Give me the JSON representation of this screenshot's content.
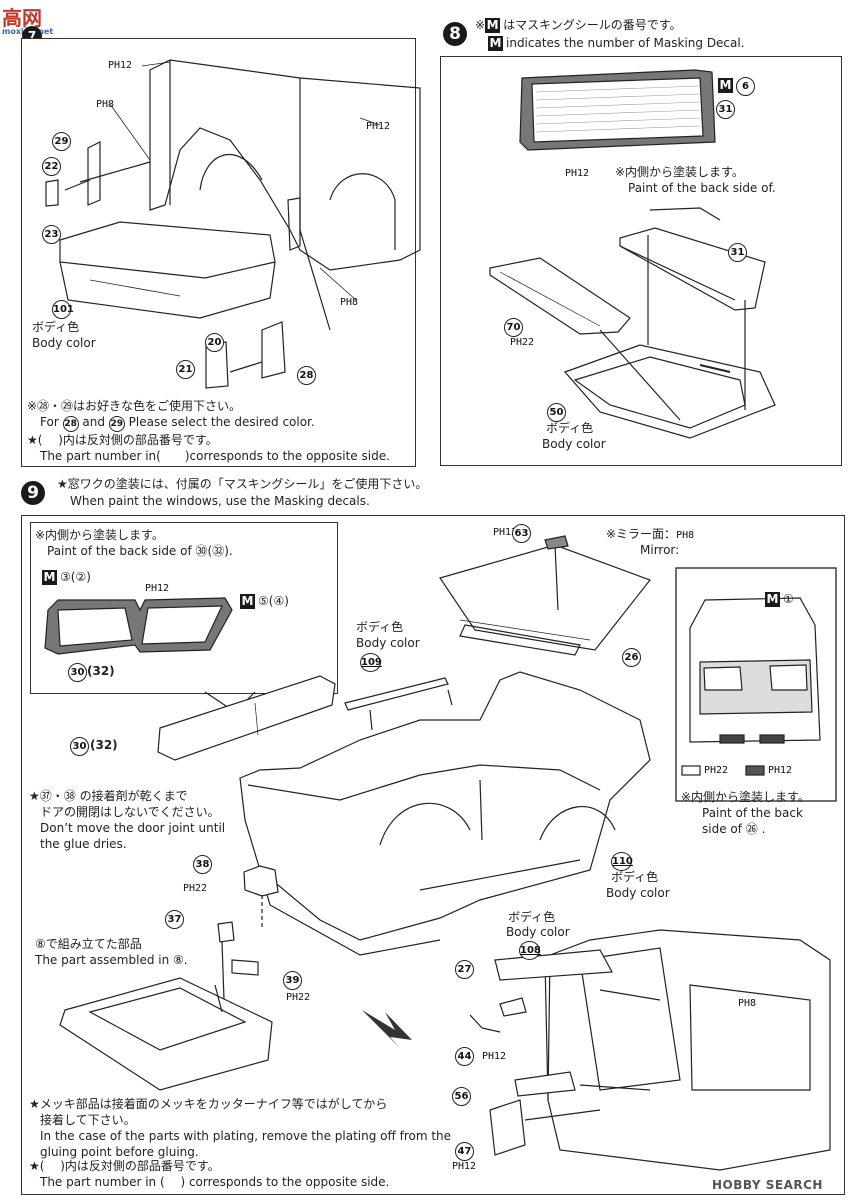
{
  "logo": {
    "mark": "高网",
    "sub": "moxing.net"
  },
  "step8": {
    "number": "8",
    "header_jp": "はマスキングシールの番号です。",
    "header_en": "indicates the number of Masking Decal.",
    "m_symbol": "M",
    "inner_jp": "※内側から塗装します。",
    "inner_en": "Paint of the back side of.",
    "body_jp": "ボディ色",
    "body_en": "Body color",
    "parts": {
      "m": "6",
      "p31a": "31",
      "p31b": "31",
      "p70": "70",
      "p50": "50"
    },
    "paint": {
      "ph12": "PH12",
      "ph22": "PH22"
    }
  },
  "step7": {
    "body_jp": "ボディ色",
    "body_en": "Body color",
    "note1_jp": "※㉘・㉙はお好きな色をご使用下さい。",
    "note1_en_pre": "For",
    "note1_en_and": "and",
    "note1_en_post": "Please select the desired color.",
    "note2_jp": "★(　 )内は反対側の部品番号です。",
    "note2_en": "The part number in(　　)corresponds  to the opposite side.",
    "parts": {
      "p29": "29",
      "p22": "22",
      "p23": "23",
      "p101": "101",
      "p20": "20",
      "p21": "21",
      "p28": "28",
      "n28": "28",
      "n29": "29"
    },
    "paint": {
      "ph12a": "PH12",
      "ph8a": "PH8",
      "ph12b": "PH12",
      "ph8b": "PH8"
    }
  },
  "step9": {
    "number": "9",
    "header_jp": "★窓ワクの塗装には、付属の「マスキングシール」をご使用下さい。",
    "header_en": "When paint the windows, use the Masking decals.",
    "inset1_jp": "※内側から塗装します。",
    "inset1_en": "Paint of the back side of ㉚(㉜).",
    "inset1_m3": "③(②)",
    "inset1_m5": "⑤(④)",
    "inset1_ph12": "PH12",
    "inset1_part": "30",
    "inset1_part_alt": "(32)",
    "part30": "30",
    "part30_alt": "(32)",
    "part109": "109",
    "body_jp": "ボディ色",
    "body_en": "Body color",
    "mirror_jp": "※ミラー面：",
    "mirror_en": "Mirror:",
    "mirror_ph": "PH8",
    "p63": "63",
    "p63_ph": "PH12",
    "p26": "26",
    "inset2_m": "①",
    "inset2_ph22": "PH22",
    "inset2_ph12": "PH12",
    "inset2_jp": "※内側から塗装します。",
    "inset2_en1": "Paint of the back",
    "inset2_en2": "side of ㉖ .",
    "door_jp1": "★㊲・㊳ の接着剤が乾くまで",
    "door_jp2": "ドアの開閉はしないでください。",
    "door_en1": "Don’t move the door joint until",
    "door_en2": "the glue dries.",
    "p110": "110",
    "p110_jp": "ボディ色",
    "p110_en": "Body color",
    "p38": "38",
    "p38_ph": "PH22",
    "p37": "37",
    "p39": "39",
    "p39_ph": "PH22",
    "asm_jp": "⑧で組み立てた部品",
    "asm_en": "The part assembled in ⑧.",
    "p108": "108",
    "p108_jp": "ボディ色",
    "p108_en": "Body color",
    "p27": "27",
    "p44": "44",
    "p44_ph": "PH12",
    "p56": "56",
    "p47": "47",
    "p47_ph": "PH12",
    "rear_ph8": "PH8",
    "plating_jp1": "★メッキ部品は接着面のメッキをカッターナイフ等ではがしてから",
    "plating_jp2": "接着して下さい。",
    "plating_en1": "In the case of the parts with plating, remove the plating off from the",
    "plating_en2": "gluing point before gluing.",
    "opp_jp": "★(　 )内は反対側の部品番号です。",
    "opp_en": "The part number in (　 ) corresponds to the opposite side."
  },
  "watermark": "HOBBY SEARCH"
}
